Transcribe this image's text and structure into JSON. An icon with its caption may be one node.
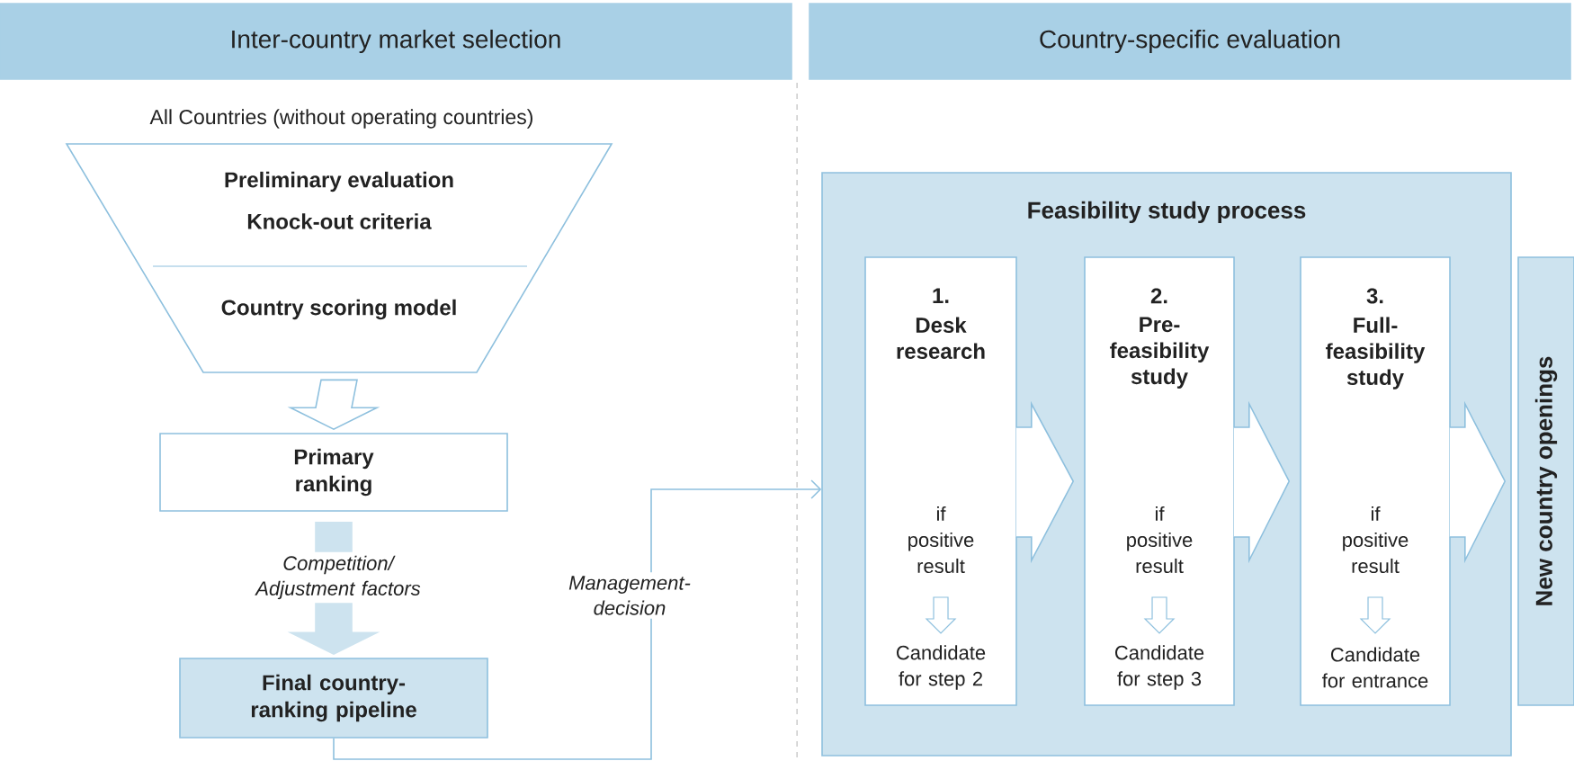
{
  "diagram": {
    "nodes": [
      {
        "text": [
          "Inter-country market selection"
        ]
      },
      {
        "text": [
          "Country-specific evaluation"
        ]
      },
      {
        "text": [
          "Preliminary evaluation",
          "Knock-out criteria",
          "Country scoring model"
        ]
      },
      {
        "text": [
          "Primary ranking"
        ]
      },
      {
        "text": [
          "Final country-ranking pipeline"
        ]
      },
      {
        "text": [
          "Feasibility study process"
        ]
      },
      {
        "text": [
          "1.",
          "Desk research",
          "if positive result",
          "Candidate for step 2"
        ],
        "in": 5
      },
      {
        "text": [
          "2.",
          "Pre-feasibility study",
          "if positive result",
          "Candidate for step 3"
        ],
        "in": 5
      },
      {
        "text": [
          "3.",
          "Full-feasibility study",
          "if positive result",
          "Candidate for entrance"
        ],
        "in": 5
      },
      {
        "text": [
          "New country openings"
        ]
      }
    ],
    "edges": [
      {
        "from": 2,
        "to": 3,
        "arrow": "to"
      },
      {
        "from": 3,
        "to": 4,
        "arrow": "to",
        "label": "Competition/ Adjustment factors",
        "color": "#cde3ef"
      },
      {
        "from": 6,
        "to": 7,
        "arrow": "to"
      },
      {
        "from": 7,
        "to": 8,
        "arrow": "to"
      },
      {
        "from": 8,
        "to": 9,
        "arrow": "to"
      },
      {
        "from": 4,
        "to": 5,
        "arrow": "to",
        "label": "Management-decision"
      }
    ],
    "labels": [
      "All Countries (without operating countries)"
    ]
  }
}
